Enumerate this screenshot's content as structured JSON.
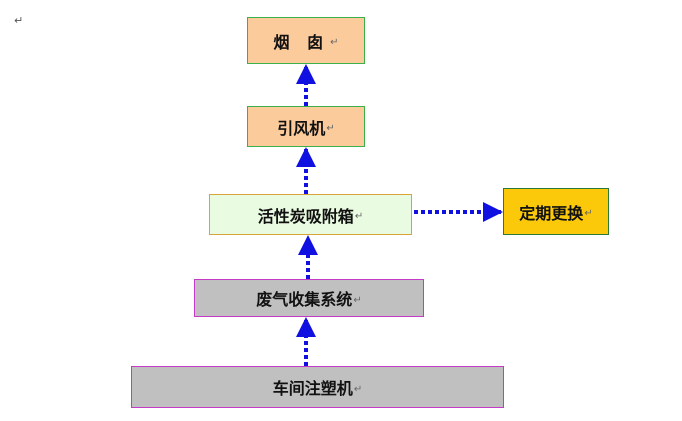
{
  "doc_mark": "↵",
  "nodes": {
    "chimney": {
      "label": "烟 囱",
      "mark": "↵"
    },
    "fan": {
      "label": "引风机",
      "mark": "↵"
    },
    "carbon_box": {
      "label": "活性炭吸附箱",
      "mark": "↵"
    },
    "replace": {
      "label": "定期更换",
      "mark": "↵"
    },
    "collection": {
      "label": "废气收集系统",
      "mark": "↵"
    },
    "machine": {
      "label": "车间注塑机",
      "mark": "↵"
    }
  },
  "arrows": [
    {
      "from": "machine",
      "to": "collection",
      "style": "dotted"
    },
    {
      "from": "collection",
      "to": "carbon_box",
      "style": "dotted"
    },
    {
      "from": "carbon_box",
      "to": "fan",
      "style": "dotted"
    },
    {
      "from": "fan",
      "to": "chimney",
      "style": "dotted"
    },
    {
      "from": "carbon_box",
      "to": "replace",
      "style": "dotted"
    }
  ],
  "colors": {
    "arrow": "#1010e0",
    "orange_box": "#fccb9c",
    "green_box": "#e9fbe0",
    "gold_box": "#fbc90a",
    "gray_box": "#c0c0c0"
  }
}
